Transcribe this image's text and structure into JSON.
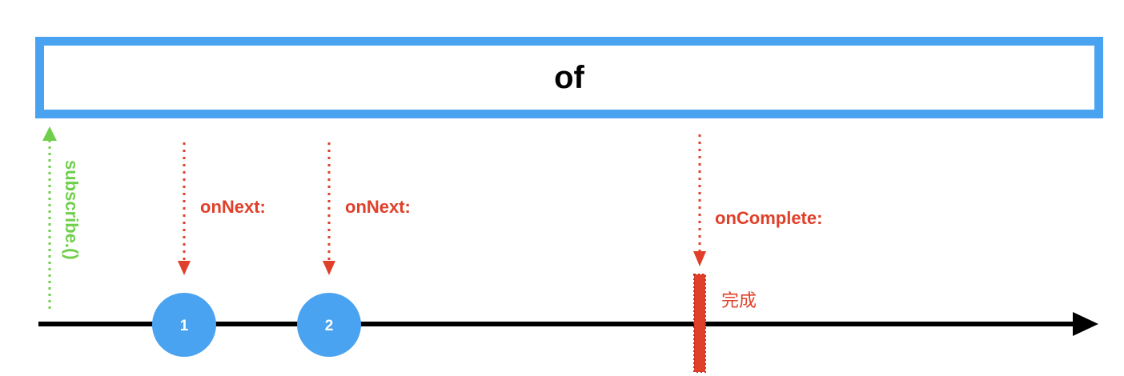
{
  "operator": {
    "name": "of"
  },
  "subscribe": {
    "label": "subscribe.()"
  },
  "events": [
    {
      "kind": "onNext",
      "label": "onNext:",
      "value": "1"
    },
    {
      "kind": "onNext",
      "label": "onNext:",
      "value": "2"
    },
    {
      "kind": "onComplete",
      "label": "onComplete:",
      "marker_label": "完成"
    }
  ],
  "colors": {
    "operator_border": "#4aa3f0",
    "marble": "#4aa3f0",
    "event_arrow": "#e0402a",
    "subscribe_arrow": "#6fcf4a",
    "timeline": "#000000"
  }
}
